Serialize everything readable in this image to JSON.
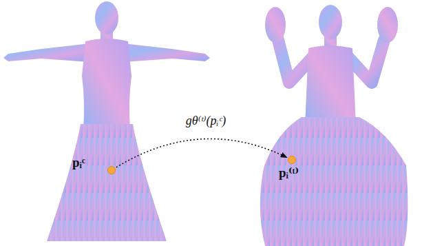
{
  "diagram": {
    "nodes": [
      {
        "text": [
          "pᵢᶜ"
        ]
      },
      {
        "text": [
          "pᵢ⁽ᵗ⁾"
        ]
      }
    ],
    "edges": [
      {
        "from": 0,
        "to": 1,
        "arrow": "to",
        "label": "gθ⁽ᵗ⁾(pᵢᶜ)"
      }
    ]
  }
}
